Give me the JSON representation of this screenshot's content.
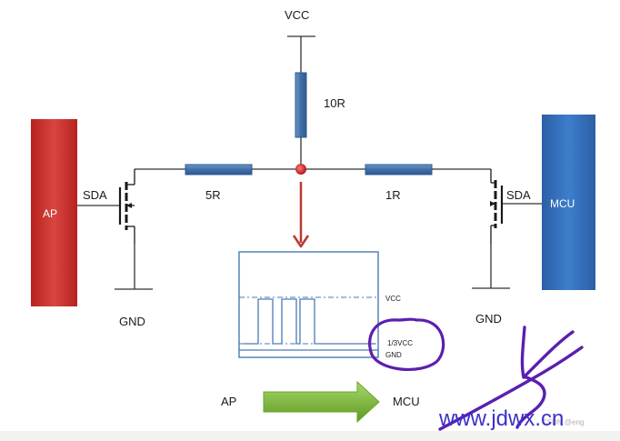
{
  "labels": {
    "vcc_top": "VCC",
    "r_top": "10R",
    "r_left": "5R",
    "r_right": "1R",
    "ap_block": "AP",
    "mcu_block": "MCU",
    "sda_left": "SDA",
    "sda_right": "SDA",
    "gnd_left": "GND",
    "gnd_right": "GND",
    "scope_vcc": "VCC",
    "scope_level": "1/3VCC",
    "scope_gnd": "GND",
    "arrow_from": "AP",
    "arrow_to": "MCU"
  },
  "watermark": {
    "url": "www.jdwx.cn",
    "faint_text": "CSDN @eng"
  },
  "colors": {
    "ap_block": "#c8302c",
    "mcu_block": "#2f6db8",
    "resistor": "#4a7ab5",
    "node": "#cc2222",
    "down_arrow": "#b93a32",
    "flow_arrow": "#7cb82f",
    "annotation_ink": "#5b1fb0",
    "wire": "#333333"
  }
}
